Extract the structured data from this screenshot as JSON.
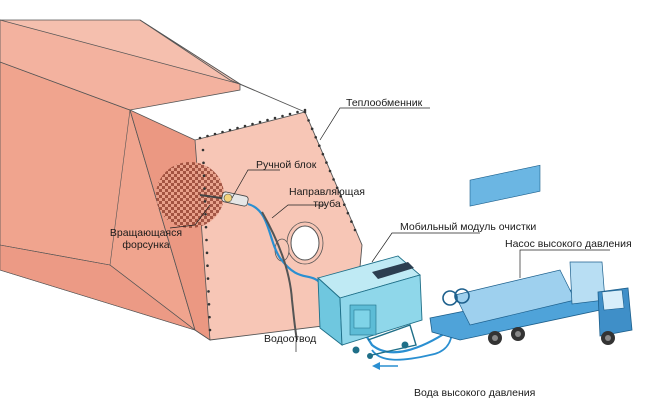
{
  "labels": {
    "heat_exchanger": "Теплообменник",
    "manual_unit": "Ручной блок",
    "guide_pipe_line1": "Направляющая",
    "guide_pipe_line2": "труба",
    "rotating_nozzle_line1": "Вращающаяся",
    "rotating_nozzle_line2": "форсунка",
    "mobile_cleaning_module": "Мобильный модуль очистки",
    "high_pressure_pump": "Насос высокого давления",
    "water_drain": "Водоотвод",
    "high_pressure_water": "Вода высокого давления"
  },
  "colors": {
    "exchanger_body": "#f4b5a3",
    "exchanger_dark": "#ee9c86",
    "exchanger_front": "#f7c6b6",
    "module_cyan": "#7fd4e8",
    "module_dark": "#3aa7c4",
    "hose_blue": "#2a8fd1",
    "truck_blue": "#4fa3d9",
    "outline": "#333333"
  }
}
